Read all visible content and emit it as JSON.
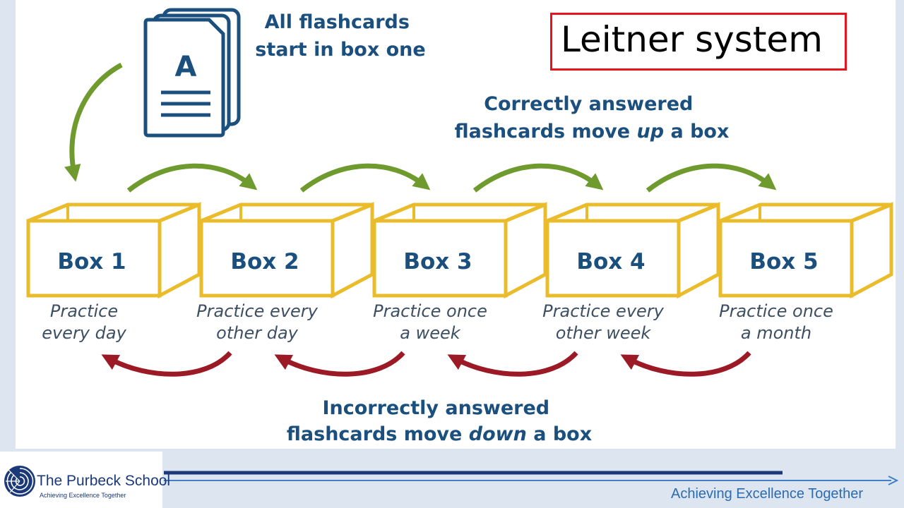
{
  "slide": {
    "title": "Leitner system",
    "intro_lines": [
      "All flashcards",
      "start in box one"
    ],
    "card_letter": "A",
    "up_lines": [
      "Correctly answered",
      "flashcards move ",
      "up",
      " a box"
    ],
    "down_lines": [
      "Incorrectly answered",
      "flashcards move ",
      "down",
      " a box"
    ],
    "boxes": [
      {
        "label": "Box 1",
        "caption": [
          "Practice",
          "every day"
        ]
      },
      {
        "label": "Box 2",
        "caption": [
          "Practice every",
          "other day"
        ]
      },
      {
        "label": "Box 3",
        "caption": [
          "Practice once",
          "a week"
        ]
      },
      {
        "label": "Box 4",
        "caption": [
          "Practice every",
          "other week"
        ]
      },
      {
        "label": "Box 5",
        "caption": [
          "Practice once",
          "a month"
        ]
      }
    ]
  },
  "footer": {
    "school_name": "The Purbeck School",
    "school_tagline": "Achieving Excellence Together",
    "motto": "Achieving Excellence Together"
  },
  "colors": {
    "box_outline": "#eabb2a",
    "up_arrow": "#6e9a2e",
    "down_arrow": "#9b1a25",
    "text_blue": "#1b4f7d",
    "title_border": "#e8141b",
    "footer_blue": "#2c6bb0"
  },
  "icons": [
    "flashcard-stack-icon",
    "school-logo-icon"
  ]
}
